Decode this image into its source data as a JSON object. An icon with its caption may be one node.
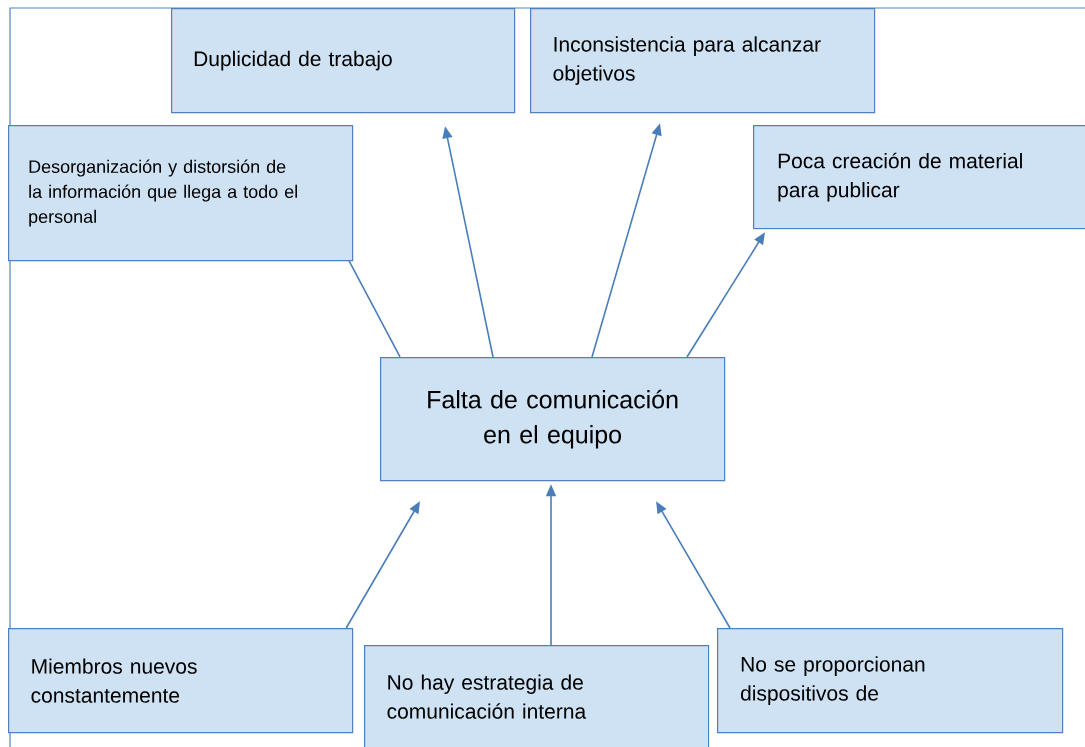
{
  "diagram": {
    "nodes": [
      {
        "text": [
          "Falta de comunicación en el equipo"
        ]
      },
      {
        "text": [
          "Desorganización y distorsión de la información que llega a todo el personal"
        ]
      },
      {
        "text": [
          "Duplicidad de trabajo"
        ]
      },
      {
        "text": [
          "Inconsistencia para alcanzar objetivos"
        ]
      },
      {
        "text": [
          "Poca creación de material para publicar"
        ]
      },
      {
        "text": [
          "Miembros nuevos constantemente"
        ]
      },
      {
        "text": [
          "No hay estrategia de comunicación interna"
        ]
      },
      {
        "text": [
          "No se proporcionan dispositivos de"
        ]
      }
    ],
    "edges": [
      {
        "from": 0,
        "to": 1,
        "arrow": "none"
      },
      {
        "from": 0,
        "to": 2,
        "arrow": "to"
      },
      {
        "from": 0,
        "to": 3,
        "arrow": "to"
      },
      {
        "from": 0,
        "to": 4,
        "arrow": "to"
      },
      {
        "from": 5,
        "to": 0,
        "arrow": "to"
      },
      {
        "from": 6,
        "to": 0,
        "arrow": "to"
      },
      {
        "from": 7,
        "to": 0,
        "arrow": "to"
      }
    ]
  }
}
